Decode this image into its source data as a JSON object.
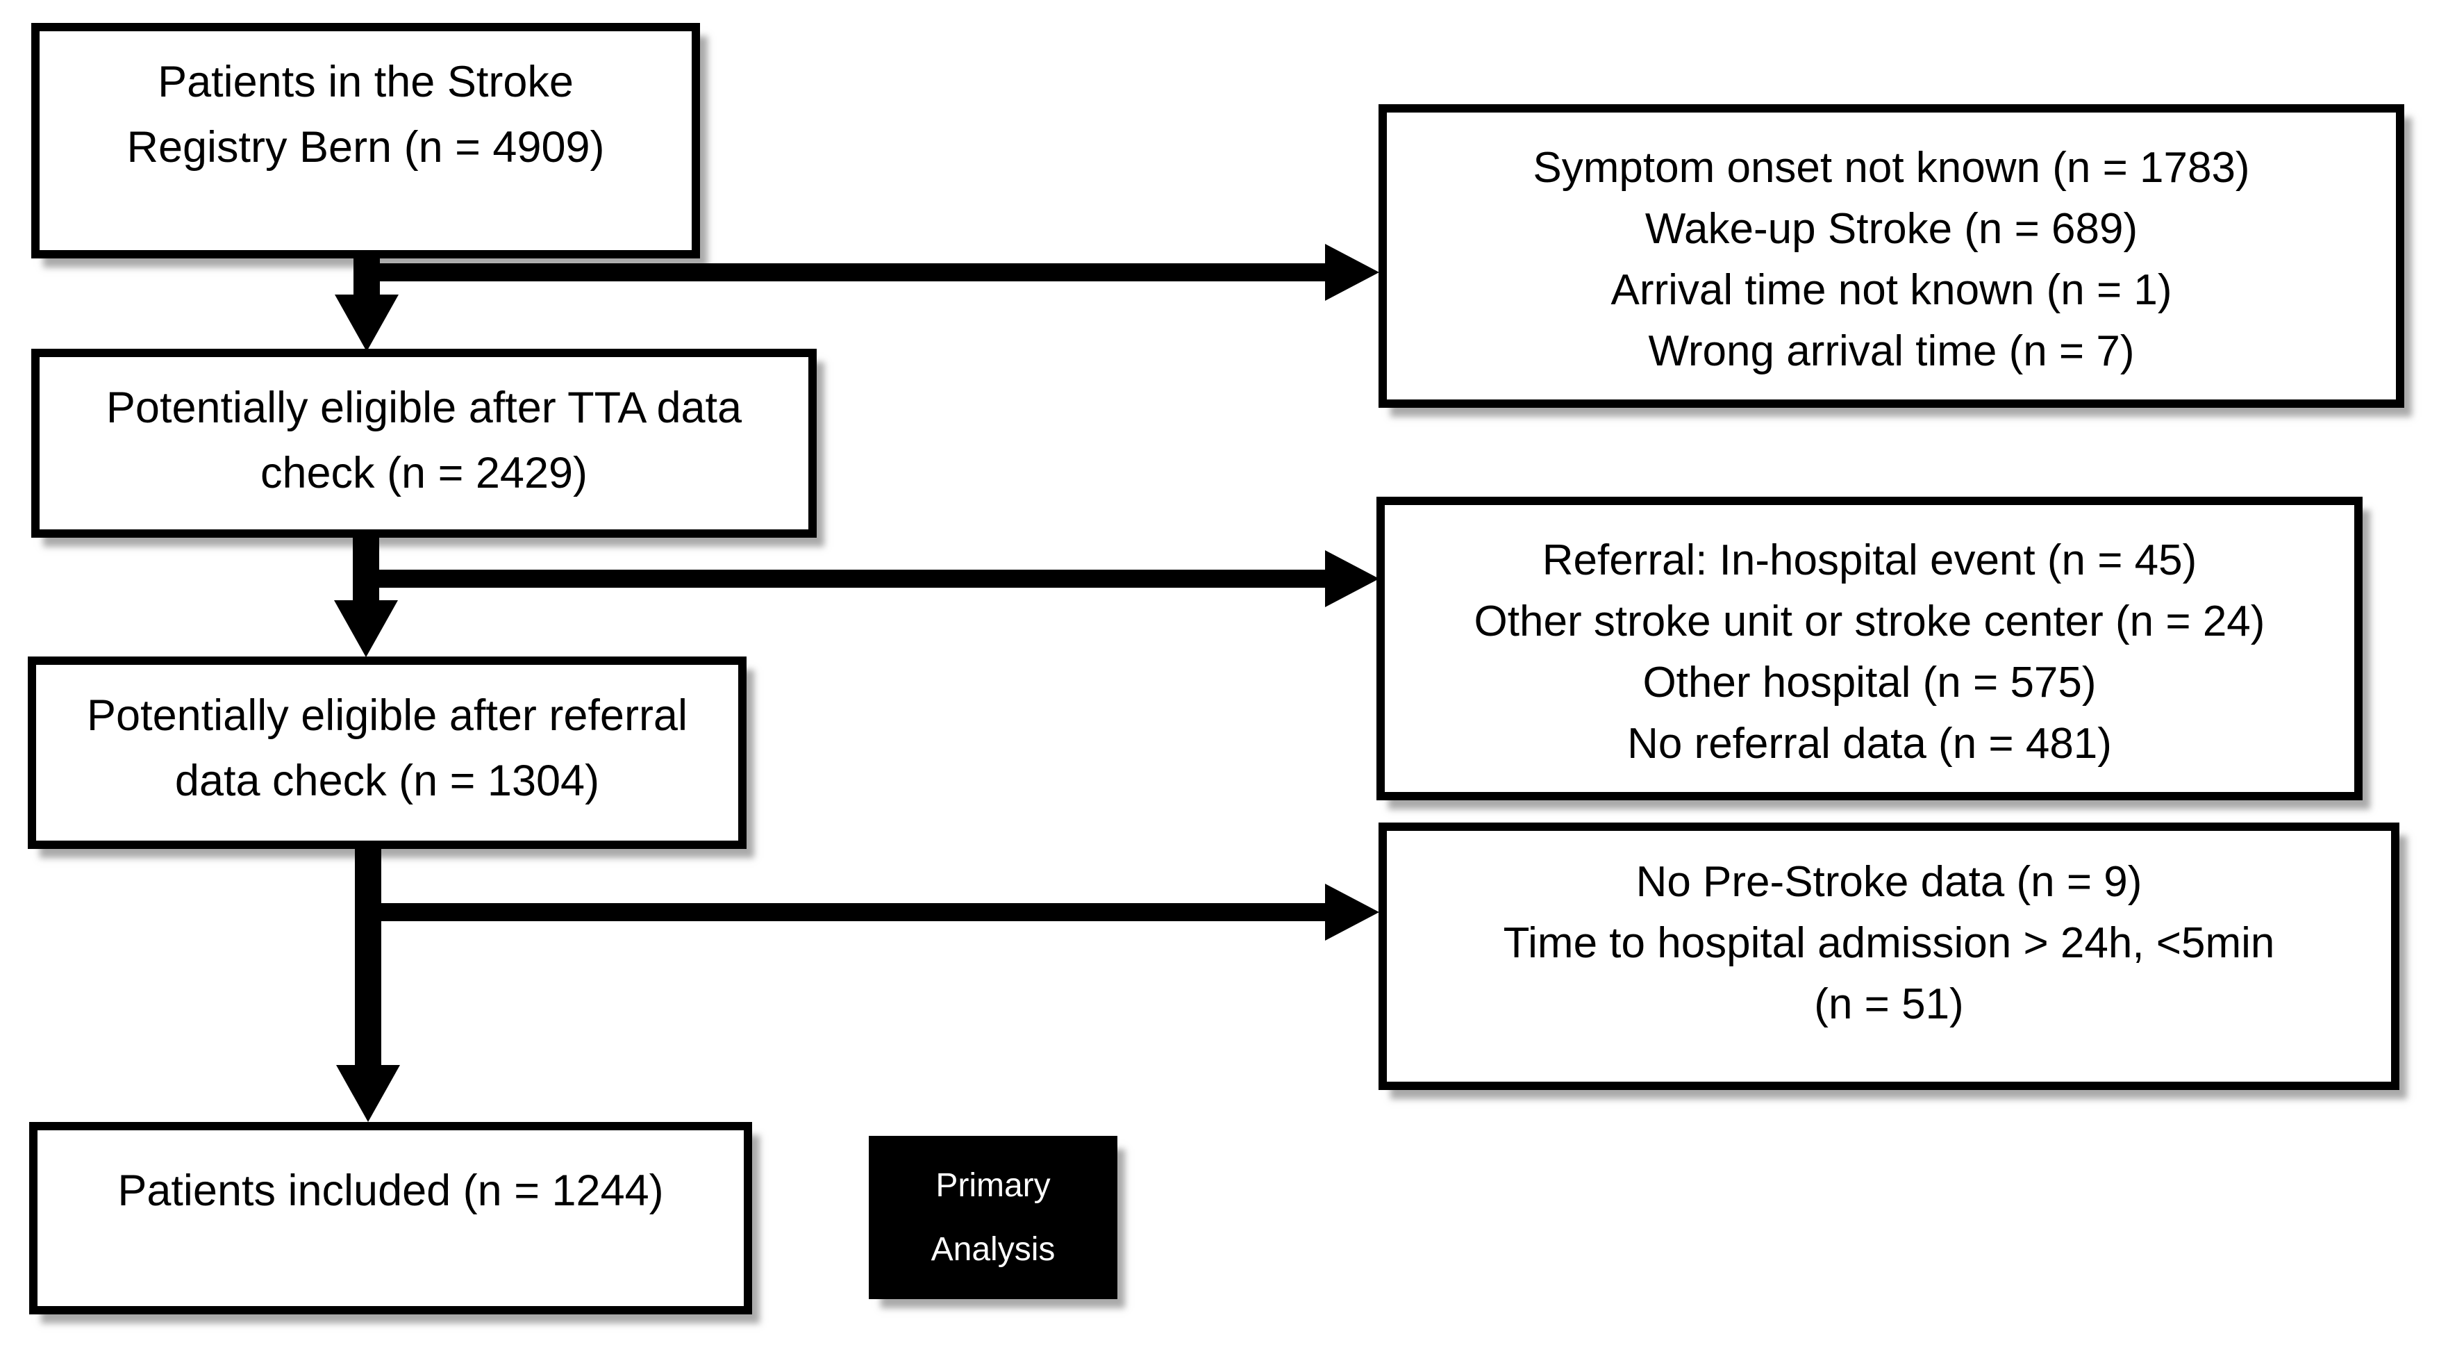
{
  "diagram": {
    "type": "flowchart",
    "colors": {
      "box_border": "#000000",
      "box_fill": "#ffffff",
      "text": "#000000",
      "label_fill": "#000000",
      "label_text": "#ffffff",
      "shadow": "#7d7d7d",
      "arrow": "#000000"
    },
    "boxes": {
      "registry": {
        "lines": [
          "Patients in the Stroke",
          "Registry Bern (n = 4909)"
        ]
      },
      "tta": {
        "lines": [
          "Potentially eligible after TTA data",
          "check (n = 2429)"
        ]
      },
      "referral": {
        "lines": [
          "Potentially eligible after referral",
          "data check (n = 1304)"
        ]
      },
      "included": {
        "lines": [
          "Patients included (n = 1244)"
        ]
      },
      "excluded_tta": {
        "lines": [
          "Symptom onset not known (n = 1783)",
          "Wake-up Stroke (n = 689)",
          "Arrival time not known (n = 1)",
          "Wrong arrival time (n = 7)"
        ]
      },
      "excluded_referral": {
        "lines": [
          "Referral: In-hospital event (n = 45)",
          "Other stroke unit or stroke center (n = 24)",
          "Other hospital (n = 575)",
          "No referral data (n = 481)"
        ]
      },
      "excluded_prestroke": {
        "lines": [
          "No Pre-Stroke data (n = 9)",
          "Time to hospital admission > 24h, <5min",
          "(n = 51)"
        ]
      },
      "primary_analysis": {
        "lines": [
          "Primary",
          "Analysis"
        ]
      }
    }
  }
}
